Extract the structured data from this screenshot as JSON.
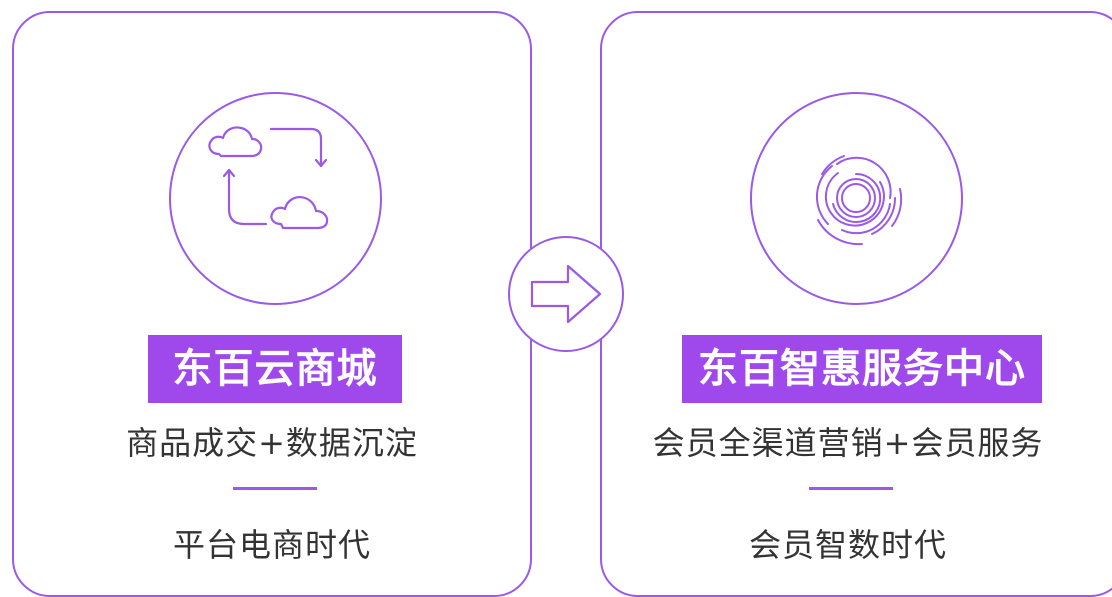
{
  "colors": {
    "accent": "#9a5ae6",
    "badge": "#9f48ec",
    "text": "#333333"
  },
  "left_card": {
    "title": "东百云商城",
    "description": "商品成交+数据沉淀",
    "era": "平台电商时代",
    "icon": "cloud-sync-icon"
  },
  "right_card": {
    "title": "东百智惠服务中心",
    "description": "会员全渠道营销+会员服务",
    "era": "会员智数时代",
    "icon": "concentric-rings-icon"
  },
  "transition_icon": "right-arrow-icon"
}
